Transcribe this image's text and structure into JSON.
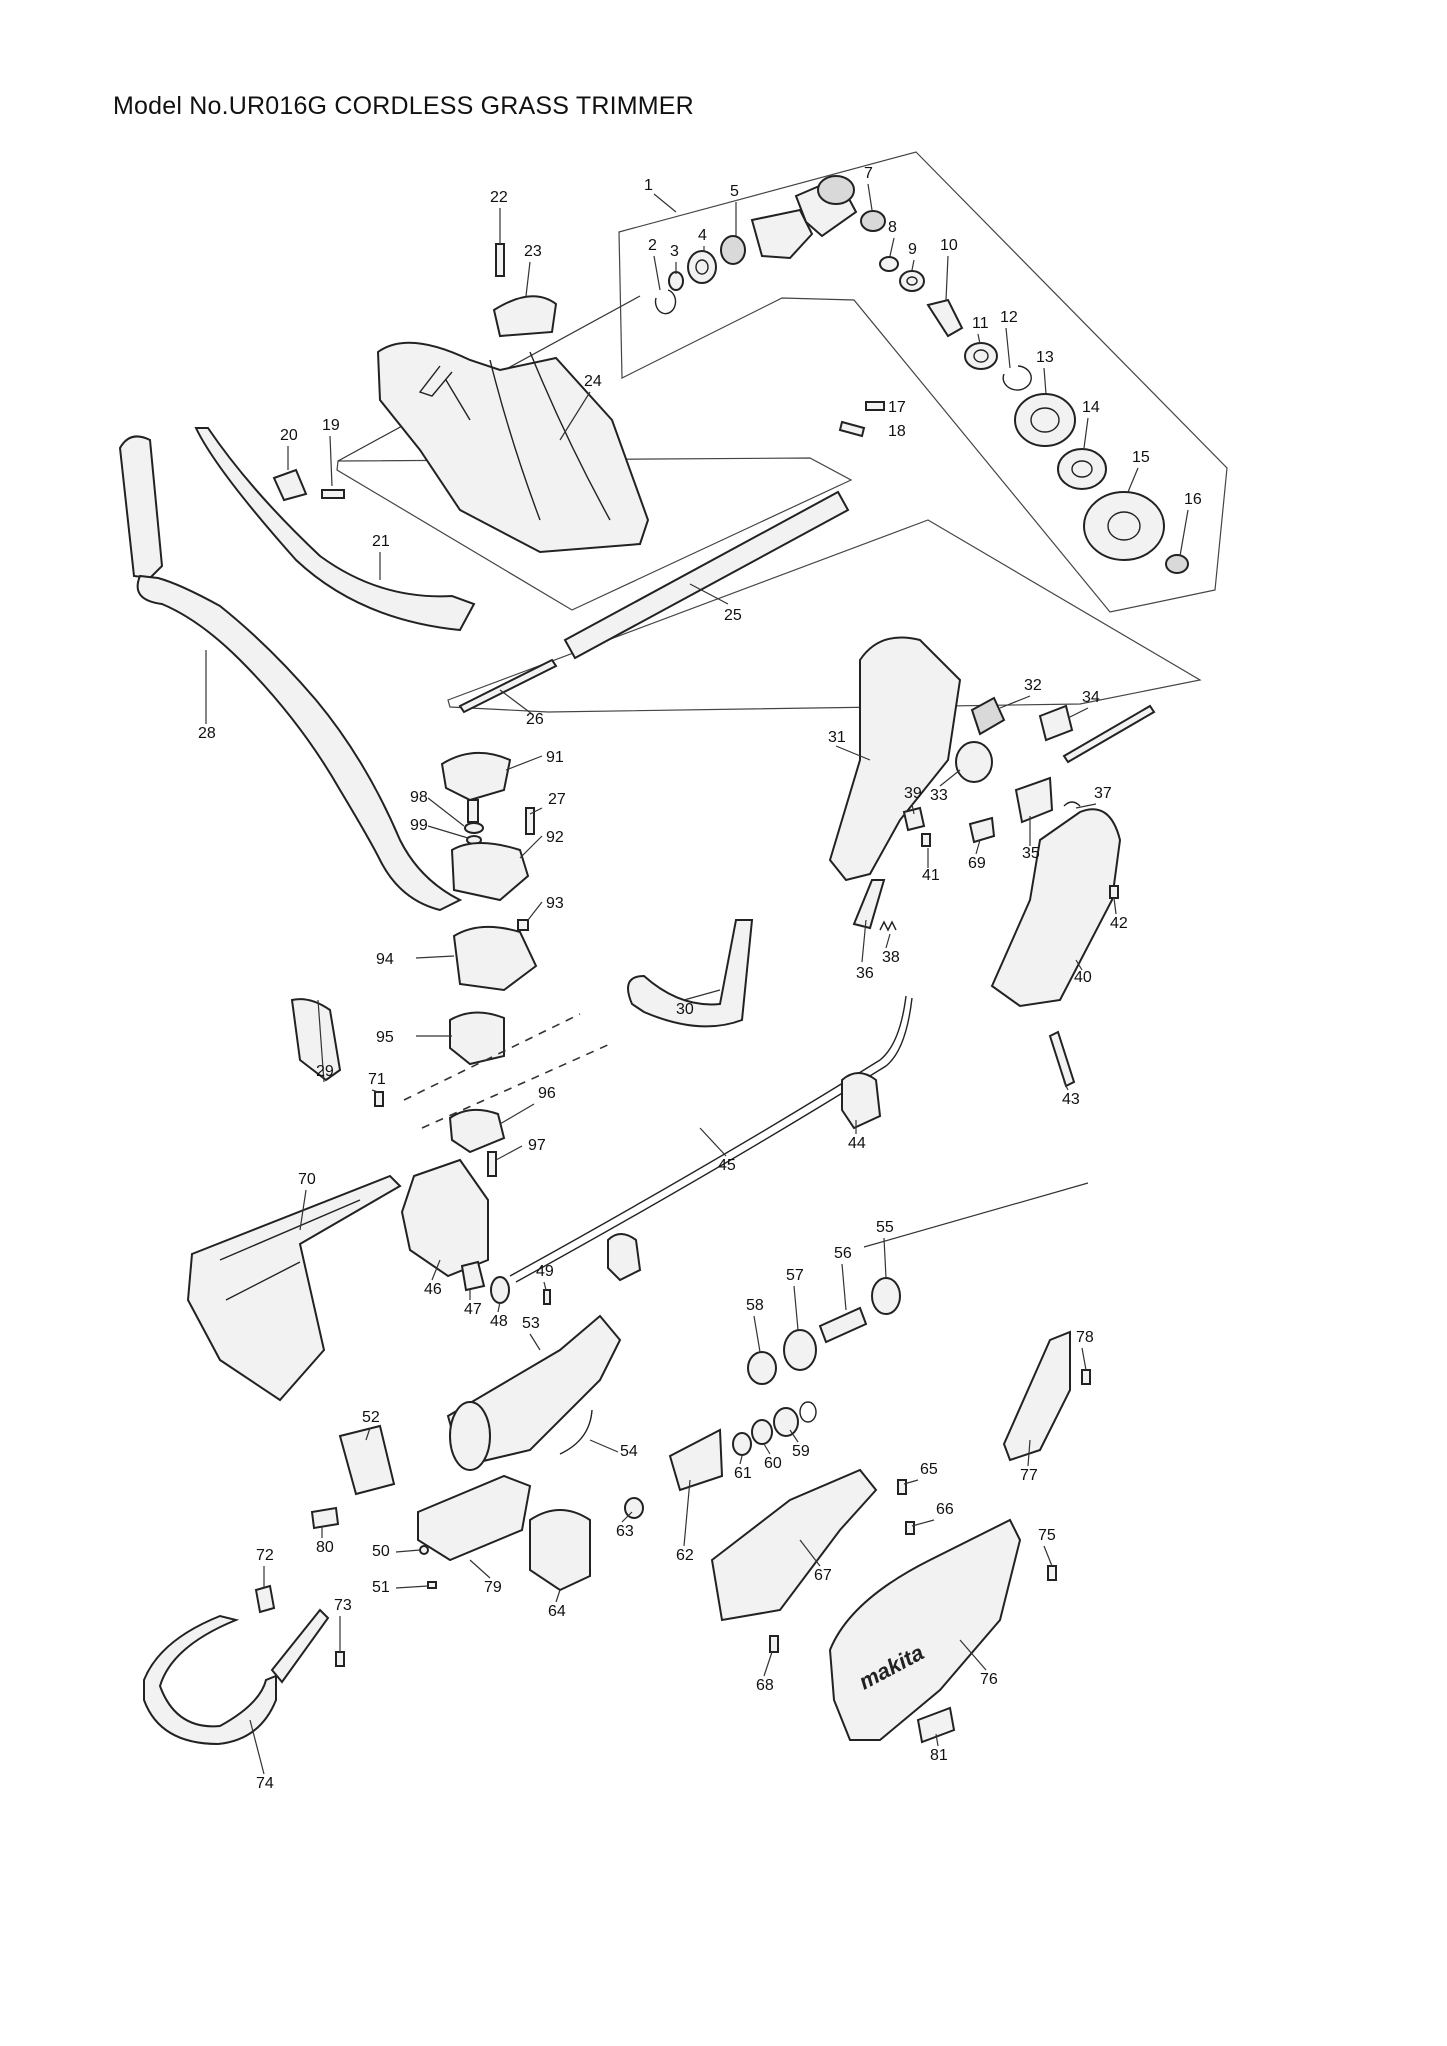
{
  "title": "Model No.UR016G CORDLESS GRASS TRIMMER",
  "brand_mark": "makita",
  "callouts": [
    {
      "id": "p1",
      "label": "1"
    },
    {
      "id": "p2",
      "label": "2"
    },
    {
      "id": "p3",
      "label": "3"
    },
    {
      "id": "p4",
      "label": "4"
    },
    {
      "id": "p5",
      "label": "5"
    },
    {
      "id": "p7",
      "label": "7"
    },
    {
      "id": "p8",
      "label": "8"
    },
    {
      "id": "p9",
      "label": "9"
    },
    {
      "id": "p10",
      "label": "10"
    },
    {
      "id": "p11",
      "label": "11"
    },
    {
      "id": "p12",
      "label": "12"
    },
    {
      "id": "p13",
      "label": "13"
    },
    {
      "id": "p14",
      "label": "14"
    },
    {
      "id": "p15",
      "label": "15"
    },
    {
      "id": "p16",
      "label": "16"
    },
    {
      "id": "p17",
      "label": "17"
    },
    {
      "id": "p18",
      "label": "18"
    },
    {
      "id": "p19",
      "label": "19"
    },
    {
      "id": "p20",
      "label": "20"
    },
    {
      "id": "p21",
      "label": "21"
    },
    {
      "id": "p22",
      "label": "22"
    },
    {
      "id": "p23",
      "label": "23"
    },
    {
      "id": "p24",
      "label": "24"
    },
    {
      "id": "p25",
      "label": "25"
    },
    {
      "id": "p26",
      "label": "26"
    },
    {
      "id": "p27",
      "label": "27"
    },
    {
      "id": "p28",
      "label": "28"
    },
    {
      "id": "p29",
      "label": "29"
    },
    {
      "id": "p30",
      "label": "30"
    },
    {
      "id": "p31",
      "label": "31"
    },
    {
      "id": "p32",
      "label": "32"
    },
    {
      "id": "p33",
      "label": "33"
    },
    {
      "id": "p34",
      "label": "34"
    },
    {
      "id": "p35",
      "label": "35"
    },
    {
      "id": "p36",
      "label": "36"
    },
    {
      "id": "p37",
      "label": "37"
    },
    {
      "id": "p38",
      "label": "38"
    },
    {
      "id": "p39",
      "label": "39"
    },
    {
      "id": "p40",
      "label": "40"
    },
    {
      "id": "p41",
      "label": "41"
    },
    {
      "id": "p42",
      "label": "42"
    },
    {
      "id": "p43",
      "label": "43"
    },
    {
      "id": "p44",
      "label": "44"
    },
    {
      "id": "p45",
      "label": "45"
    },
    {
      "id": "p46",
      "label": "46"
    },
    {
      "id": "p47",
      "label": "47"
    },
    {
      "id": "p48",
      "label": "48"
    },
    {
      "id": "p49",
      "label": "49"
    },
    {
      "id": "p50",
      "label": "50"
    },
    {
      "id": "p51",
      "label": "51"
    },
    {
      "id": "p52",
      "label": "52"
    },
    {
      "id": "p53",
      "label": "53"
    },
    {
      "id": "p54",
      "label": "54"
    },
    {
      "id": "p55",
      "label": "55"
    },
    {
      "id": "p56",
      "label": "56"
    },
    {
      "id": "p57",
      "label": "57"
    },
    {
      "id": "p58",
      "label": "58"
    },
    {
      "id": "p59",
      "label": "59"
    },
    {
      "id": "p60",
      "label": "60"
    },
    {
      "id": "p61",
      "label": "61"
    },
    {
      "id": "p62",
      "label": "62"
    },
    {
      "id": "p63",
      "label": "63"
    },
    {
      "id": "p64",
      "label": "64"
    },
    {
      "id": "p65",
      "label": "65"
    },
    {
      "id": "p66",
      "label": "66"
    },
    {
      "id": "p67",
      "label": "67"
    },
    {
      "id": "p68",
      "label": "68"
    },
    {
      "id": "p69",
      "label": "69"
    },
    {
      "id": "p70",
      "label": "70"
    },
    {
      "id": "p71",
      "label": "71"
    },
    {
      "id": "p72",
      "label": "72"
    },
    {
      "id": "p73",
      "label": "73"
    },
    {
      "id": "p74",
      "label": "74"
    },
    {
      "id": "p75",
      "label": "75"
    },
    {
      "id": "p76",
      "label": "76"
    },
    {
      "id": "p77",
      "label": "77"
    },
    {
      "id": "p78",
      "label": "78"
    },
    {
      "id": "p79",
      "label": "79"
    },
    {
      "id": "p80",
      "label": "80"
    },
    {
      "id": "p81",
      "label": "81"
    },
    {
      "id": "p91",
      "label": "91"
    },
    {
      "id": "p92",
      "label": "92"
    },
    {
      "id": "p93",
      "label": "93"
    },
    {
      "id": "p94",
      "label": "94"
    },
    {
      "id": "p95",
      "label": "95"
    },
    {
      "id": "p96",
      "label": "96"
    },
    {
      "id": "p97",
      "label": "97"
    },
    {
      "id": "p98",
      "label": "98"
    },
    {
      "id": "p99",
      "label": "99"
    }
  ]
}
